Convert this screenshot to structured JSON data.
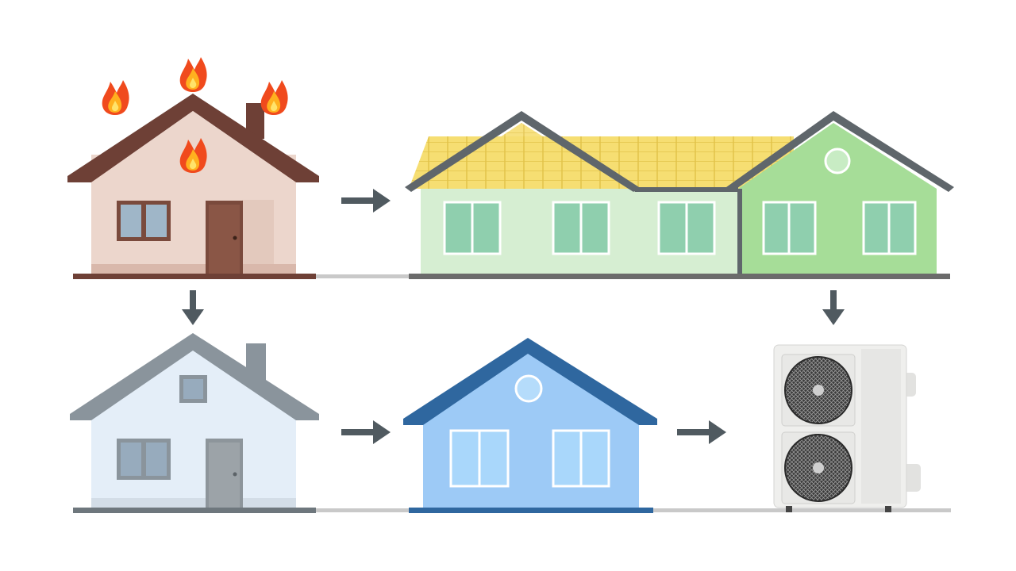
{
  "scene": {
    "background": "#ffffff",
    "steps": [
      {
        "name": "house-on-fire",
        "icon": "burning-house-icon",
        "colors": {
          "wall": "#ecd6cc",
          "roof": "#6e4036",
          "door": "#7a4a3c",
          "window": "#9fb6c8",
          "flame": "#f04a1d"
        }
      },
      {
        "name": "green-row-house-with-tiled-roof",
        "icon": "green-house-icon",
        "colors": {
          "wall_left": "#d6eed2",
          "wall_right": "#a6dd98",
          "roof_tiles": "#f4dc6e",
          "window": "#8fcfae",
          "trim": "#5f666b"
        }
      },
      {
        "name": "grey-house",
        "icon": "grey-house-icon",
        "colors": {
          "wall": "#e4eef8",
          "roof": "#8a949c",
          "door": "#8d959b",
          "window": "#97abbd"
        }
      },
      {
        "name": "blue-house",
        "icon": "blue-house-icon",
        "colors": {
          "wall": "#9dcaf6",
          "roof": "#2f679f",
          "window": "#a9d7fb"
        }
      },
      {
        "name": "heat-pump-outdoor-unit",
        "icon": "heat-pump-icon",
        "colors": {
          "casing": "#eeeeec",
          "fan": "#2a2a2a"
        }
      }
    ],
    "arrow_color": "#505a60",
    "ground_color": "#c9c9c9"
  }
}
